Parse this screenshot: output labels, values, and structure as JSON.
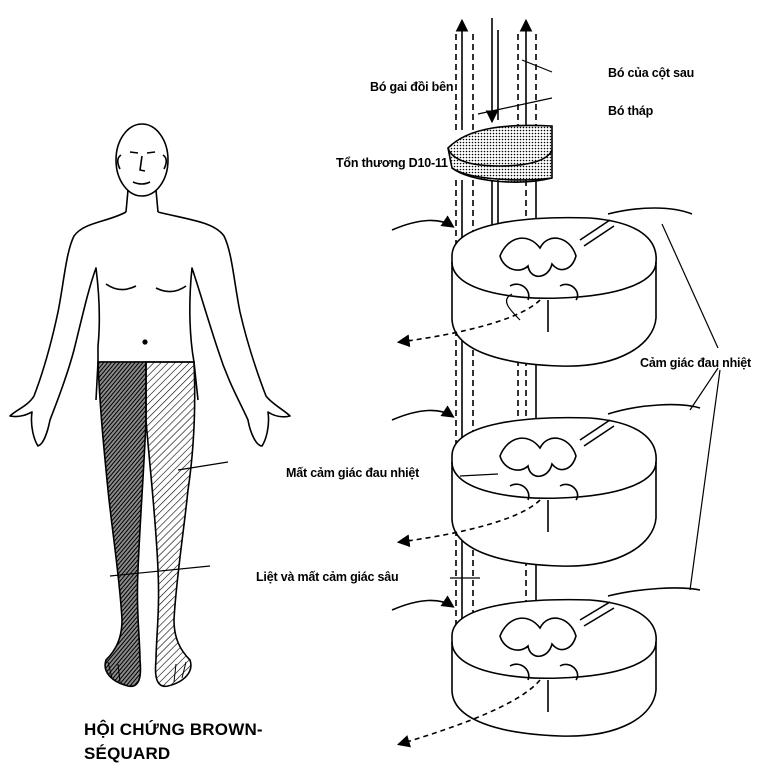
{
  "labels": {
    "dorsal_column": "Bó của cột sau",
    "spinothalamic": "Bó gai đồi bên",
    "pyramidal": "Bó tháp",
    "lesion": "Tổn thương D10-11",
    "pain_temp": "Cảm giác đau nhiệt",
    "loss_pain_temp": "Mất cảm giác đau nhiệt",
    "paralysis": "Liệt và mất cảm giác sâu"
  },
  "title": {
    "line1": "HỘI CHỨNG BROWN-",
    "line2": "SÉQUARD"
  }
}
